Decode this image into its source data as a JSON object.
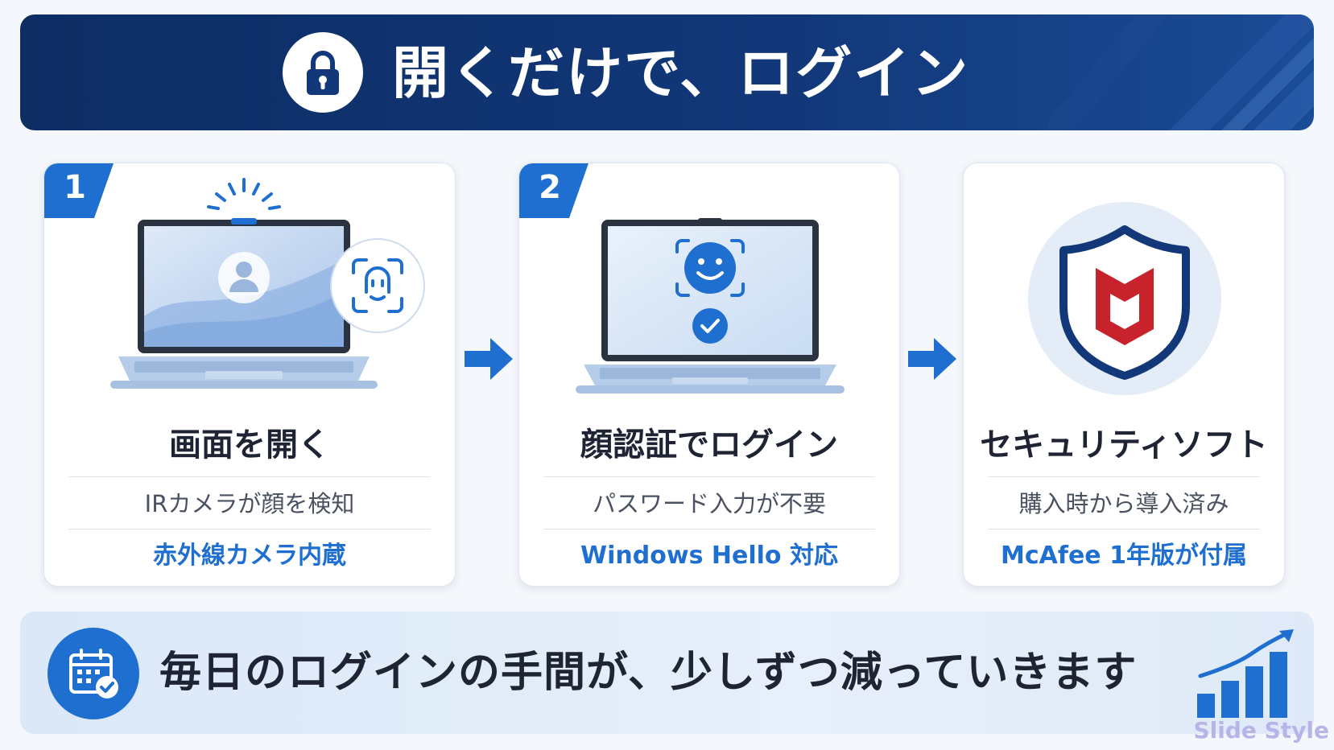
{
  "header": {
    "title": "開くだけで、ログイン",
    "icon": "lock-icon"
  },
  "steps": [
    {
      "badge": "1",
      "title": "画面を開く",
      "description": "IRカメラが顔を検知",
      "feature": "赤外線カメラ内蔵",
      "icon": "laptop-webcam-icon"
    },
    {
      "badge": "2",
      "title": "顔認証でログイン",
      "description": "パスワード入力が不要",
      "feature": "Windows Hello 対応",
      "icon": "laptop-face-id-icon"
    },
    {
      "badge": "",
      "title": "セキュリティソフト",
      "description": "購入時から導入済み",
      "feature": "McAfee 1年版が付属",
      "icon": "mcafee-shield-icon"
    }
  ],
  "footer": {
    "message": "毎日のログインの手間が、少しずつ減っていきます",
    "icon": "calendar-check-icon",
    "chart_icon": "growth-chart-icon"
  },
  "watermark": "Slide Style",
  "colors": {
    "navy": "#12387a",
    "accent_blue": "#1f6fd0",
    "mcafee_red": "#c8232c",
    "text_dark": "#1e2433"
  }
}
